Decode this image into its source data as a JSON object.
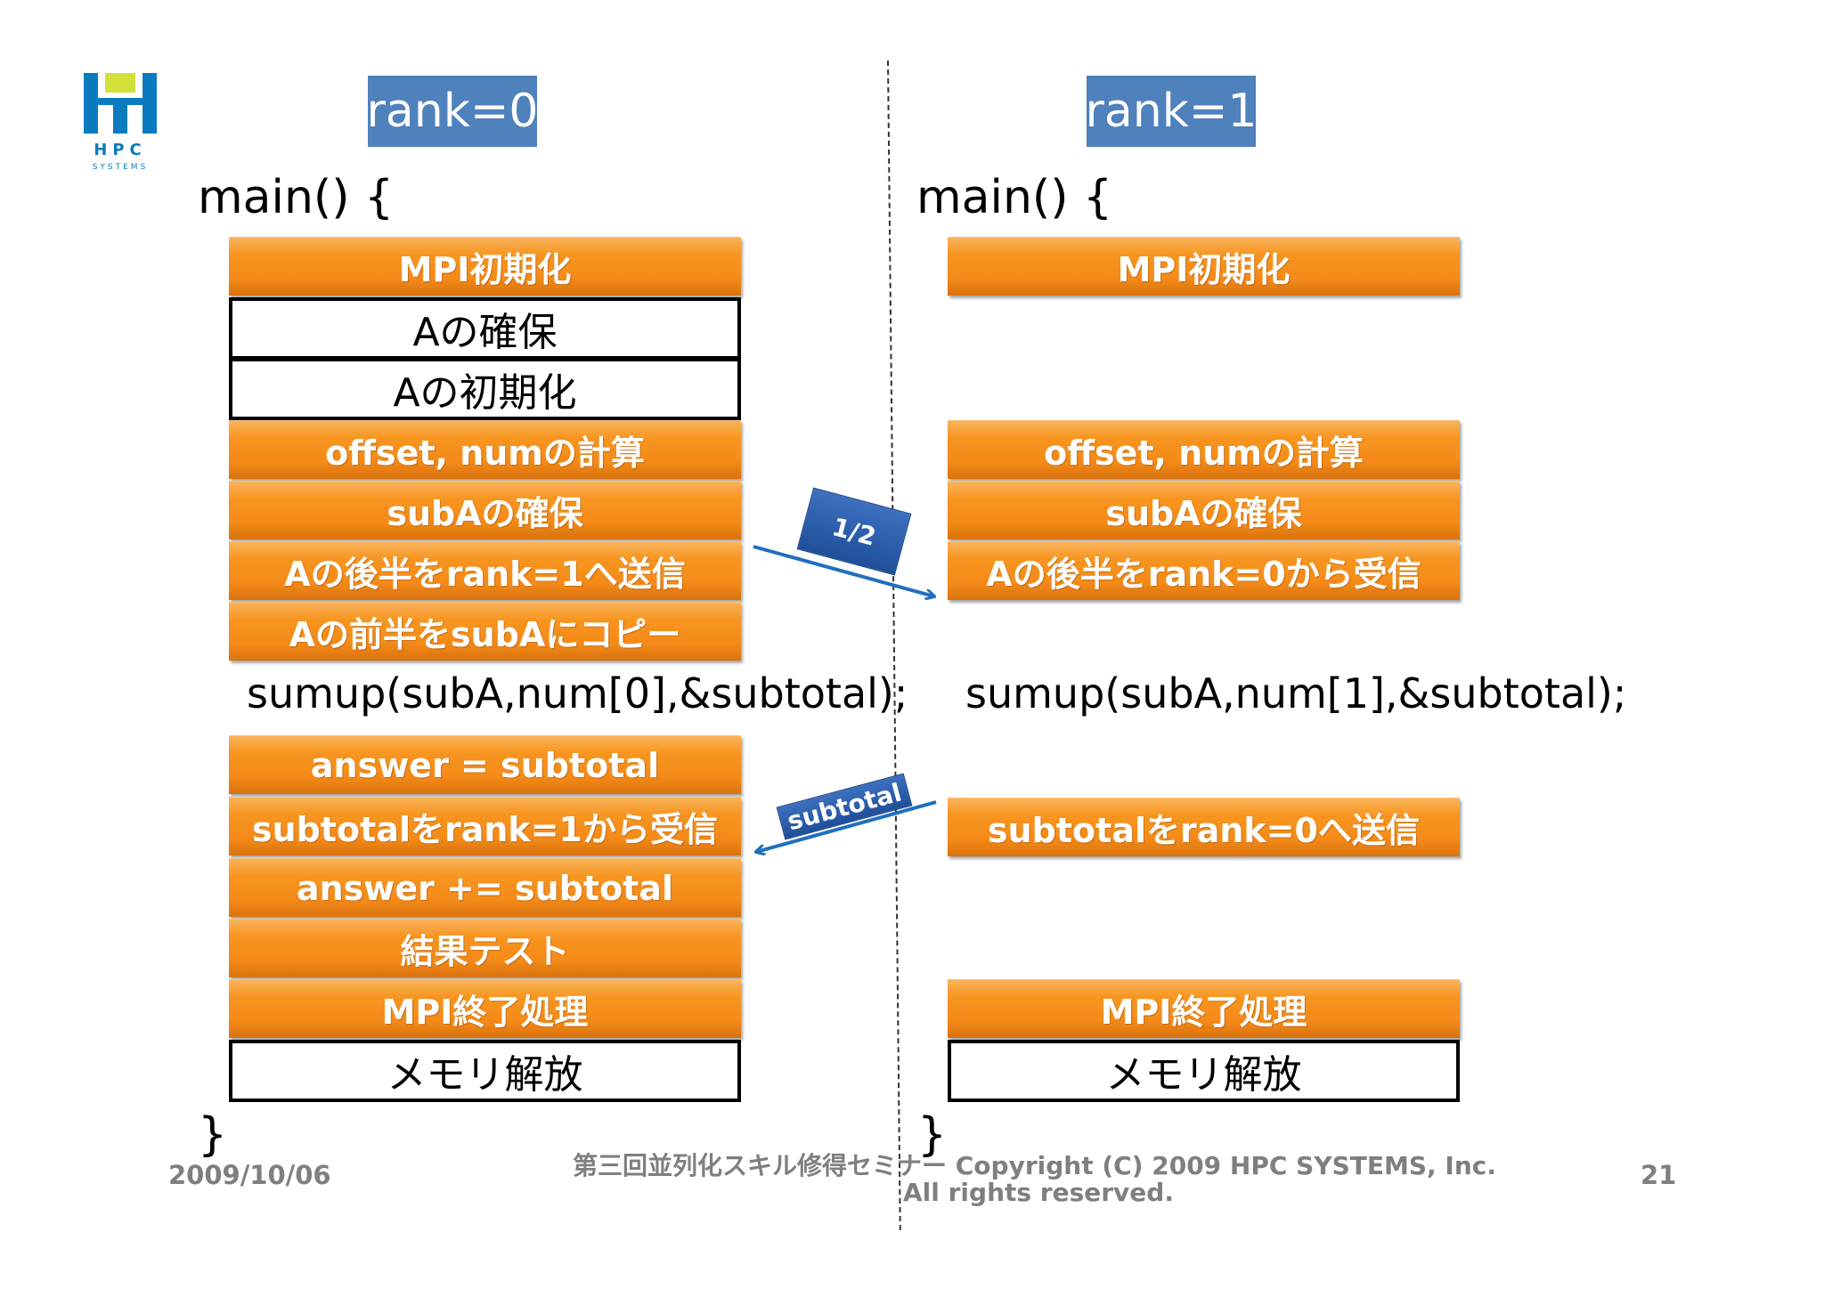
{
  "logo": {
    "text": "HPC",
    "subtext": "SYSTEMS"
  },
  "left": {
    "rank_label": "rank=0",
    "main_open": "main() {",
    "top_steps": [
      "MPI初期化",
      "Aの確保",
      "Aの初期化",
      "offset, numの計算",
      "subAの確保",
      "Aの後半をrank=1へ送信",
      "Aの前半をsubAにコピー"
    ],
    "sumup": "sumup(subA,num[0],&subtotal);",
    "bottom_steps": [
      "answer = subtotal",
      "subtotalをrank=1から受信",
      "answer += subtotal",
      "結果テスト",
      "MPI終了処理",
      "メモリ解放"
    ],
    "main_close": "}"
  },
  "right": {
    "rank_label": "rank=1",
    "main_open": "main() {",
    "steps": [
      "MPI初期化",
      "offset, numの計算",
      "subAの確保",
      "Aの後半をrank=0から受信"
    ],
    "sumup": "sumup(subA,num[1],&subtotal);",
    "bottom_steps": [
      "subtotalをrank=0へ送信",
      "MPI終了処理",
      "メモリ解放"
    ],
    "main_close": "}"
  },
  "arrows": {
    "send_half": "1/2",
    "send_subtotal": "subtotal"
  },
  "footer": {
    "date": "2009/10/06",
    "copyright_line1": "第三回並列化スキル修得セミナー Copyright (C) 2009 HPC SYSTEMS, Inc.",
    "copyright_line2": "All rights reserved.",
    "page": "21"
  },
  "colors": {
    "orange": "#f7951f",
    "rank_blue": "#4f81bd",
    "arrow_blue": "#1f6fc0",
    "logo_blue": "#0a7bbf",
    "logo_green": "#d4e03a"
  }
}
